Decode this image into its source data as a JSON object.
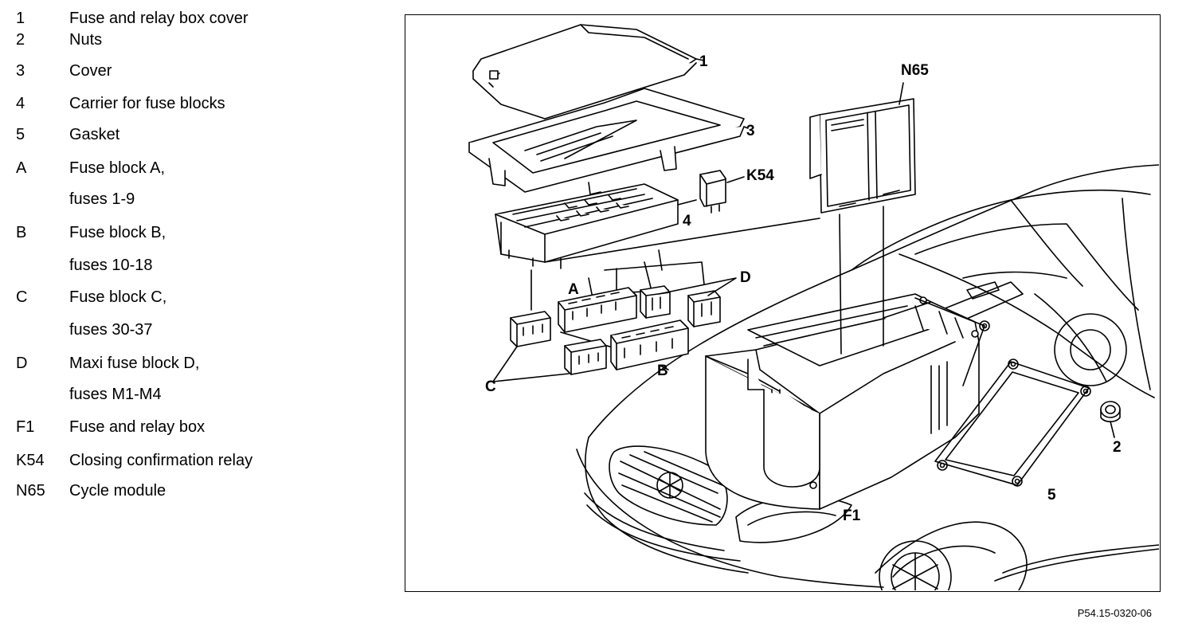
{
  "legend": [
    {
      "key": "1",
      "lines": [
        "Fuse and relay box cover"
      ]
    },
    {
      "key": "2",
      "lines": [
        "Nuts"
      ]
    },
    {
      "key": "3",
      "lines": [
        "Cover"
      ]
    },
    {
      "key": "4",
      "lines": [
        "Carrier for fuse blocks"
      ]
    },
    {
      "key": "5",
      "lines": [
        "Gasket"
      ]
    },
    {
      "key": "A",
      "lines": [
        "Fuse block A,",
        "fuses 1-9"
      ]
    },
    {
      "key": "B",
      "lines": [
        "Fuse block B,",
        "fuses 10-18"
      ]
    },
    {
      "key": "C",
      "lines": [
        "Fuse block C,",
        "fuses 30-37"
      ]
    },
    {
      "key": "D",
      "lines": [
        "Maxi fuse block D,",
        "fuses M1-M4"
      ]
    },
    {
      "key": "F1",
      "lines": [
        "Fuse and relay box"
      ]
    },
    {
      "key": "K54",
      "lines": [
        "Closing confirmation relay"
      ]
    },
    {
      "key": "N65",
      "lines": [
        "Cycle module"
      ]
    }
  ],
  "callouts": {
    "c1": "1",
    "c3": "3",
    "c4": "4",
    "k54": "K54",
    "n65": "N65",
    "a": "A",
    "b": "B",
    "c": "C",
    "d": "D",
    "f1": "F1",
    "c2": "2",
    "c5": "5"
  },
  "figure_id": "P54.15-0320-06"
}
